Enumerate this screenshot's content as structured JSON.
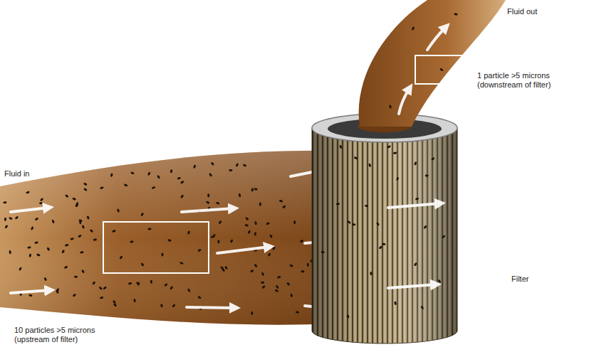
{
  "diagram": {
    "labels": [
      "Fluid out",
      "1 particle >5 microns (downstream of filter)",
      "Fluid in",
      "Filter",
      "10 particles >5 microns (upstream of filter)"
    ]
  }
}
